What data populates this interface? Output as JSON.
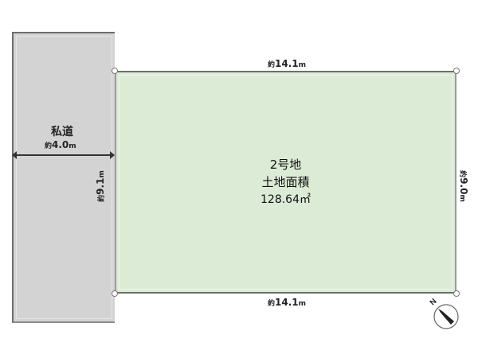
{
  "diagram": {
    "road": {
      "name": "私道",
      "width": {
        "prefix": "約",
        "value": "4.0",
        "unit": "m"
      },
      "color": "#d3d3d3"
    },
    "lot": {
      "name": "2号地",
      "area_label": "土地面積",
      "area_value": "128.64㎡",
      "color": "#dcebd6"
    },
    "dimensions": {
      "top": {
        "prefix": "約",
        "value": "14.1",
        "unit": "m"
      },
      "bottom": {
        "prefix": "約",
        "value": "14.1",
        "unit": "m"
      },
      "left": {
        "prefix": "約",
        "value": "9.1",
        "unit": "m"
      },
      "right": {
        "prefix": "約",
        "value": "9.0",
        "unit": "m"
      }
    },
    "compass": {
      "label": "N",
      "icon": "north-arrow-icon"
    }
  }
}
